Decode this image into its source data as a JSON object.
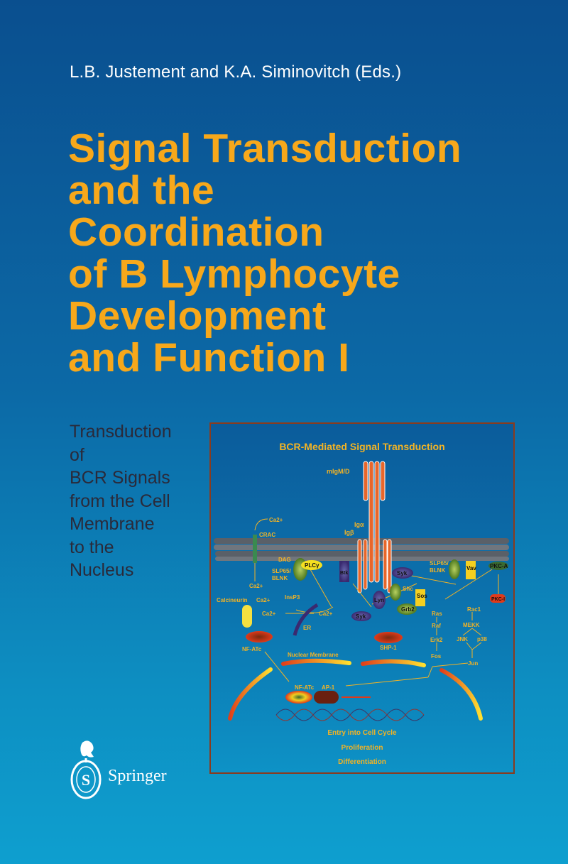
{
  "cover": {
    "editors": "L.B. Justement and K.A. Siminovitch (Eds.)",
    "title_lines": [
      "Signal Transduction",
      "and the",
      "Coordination",
      "of B Lymphocyte",
      "Development",
      "and Function I"
    ],
    "subtitle_lines": [
      "Transduction",
      "of",
      "BCR Signals",
      "from the Cell",
      "Membrane",
      "to the",
      "Nucleus"
    ],
    "publisher": "Springer"
  },
  "diagram": {
    "title": "BCR-Mediated Signal Transduction",
    "labels": {
      "migm": "mIgM/D",
      "iga": "Igα",
      "igb": "Igβ",
      "ca_top": "Ca2+",
      "crac": "CRAC",
      "dag": "DAG",
      "plcg": "PLCγ",
      "slp_left": "SLP65/",
      "blnk_left": "BLNK",
      "btk": "Btk",
      "syk_top": "Syk",
      "slp_right": "SLP65/",
      "blnk_right": "BLNK",
      "vav": "Vav",
      "pkca": "PKC-A",
      "shc": "Shc",
      "sos": "Sos",
      "lyn": "Lyn",
      "ca_mid": "Ca2+",
      "insp3": "InsP3",
      "pkci": "PKC-I",
      "calcineurin": "Calcineurin",
      "ca_calc": "Ca2+",
      "ca_er_left": "Ca2+",
      "ca_er_right": "Ca2+",
      "er": "ER",
      "syk_bottom": "Syk",
      "grb2": "Grb2",
      "ras": "Ras",
      "raf": "Raf",
      "erk2": "Erk2",
      "fos": "Fos",
      "rac1": "Rac1",
      "mekk": "MEKK",
      "jnk": "JNK",
      "p38": "p38",
      "jun": "Jun",
      "nfatc": "NF-ATc",
      "shp1": "SHP-1",
      "nuclear_membrane": "Nuclear Membrane",
      "nfatc_nuc": "NF-ATc",
      "ap1": "AP-1"
    },
    "outcomes": [
      "Entry into Cell Cycle",
      "Proliferation",
      "Differentiation"
    ]
  }
}
